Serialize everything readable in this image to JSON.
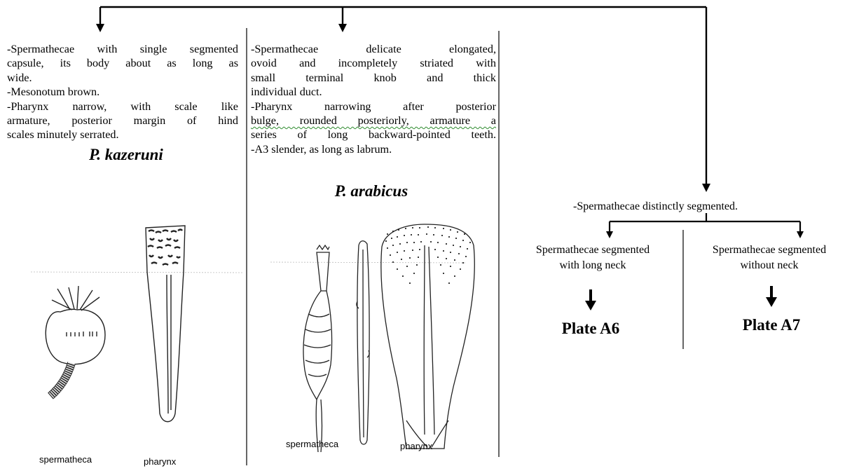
{
  "left_column": {
    "lines": [
      "-Spermathecae with single segmented",
      "capsule, its body about as long as",
      "wide.",
      "-Mesonotum brown.",
      "-Pharynx narrow, with scale like",
      "armature, posterior margin of hind",
      "scales minutely serrated."
    ],
    "species": "P. kazeruni",
    "caption_spermatheca": "spermatheca",
    "caption_pharynx": "pharynx"
  },
  "middle_column": {
    "lines": [
      "-Spermathecae delicate elongated,",
      "ovoid and incompletely striated with",
      "small terminal knob and thick",
      "individual duct.",
      "-Pharynx narrowing after posterior",
      "bulge, rounded posteriorly, armature a",
      "series of long backward-pointed teeth.",
      "-A3 slender, as long as labrum."
    ],
    "species": "P. arabicus",
    "caption_spermatheca": "spermatheca",
    "caption_pharynx": "pharynx"
  },
  "right_branch": {
    "heading": "-Spermathecae distinctly segmented.",
    "option_a": {
      "line1": "Spermathecae segmented",
      "line2": "with long neck",
      "plate": "Plate A6"
    },
    "option_b": {
      "line1": "Spermathecae segmented",
      "line2": "without neck",
      "plate": "Plate A7"
    }
  },
  "colors": {
    "ink": "#000000",
    "faded_ink": "#3a3a3a",
    "spellcheck_underline": "#2e8b2e"
  }
}
